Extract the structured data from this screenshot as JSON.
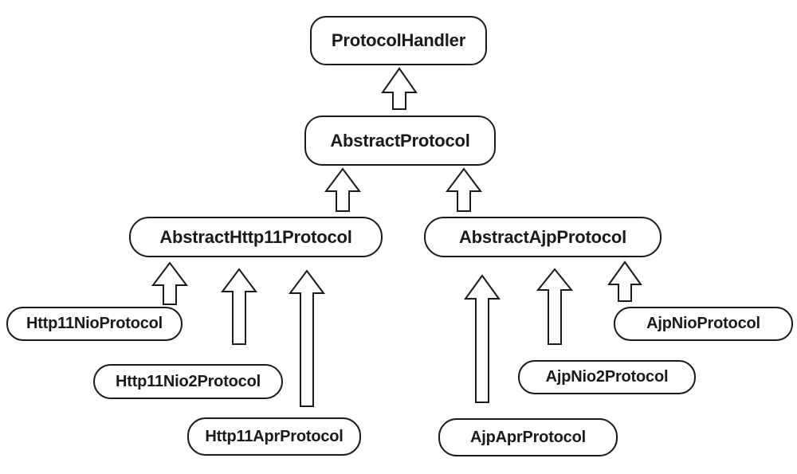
{
  "diagram": {
    "type": "class-hierarchy",
    "nodes": {
      "protocolHandler": {
        "label": "ProtocolHandler"
      },
      "abstractProtocol": {
        "label": "AbstractProtocol"
      },
      "abstractHttp11Protocol": {
        "label": "AbstractHttp11Protocol"
      },
      "abstractAjpProtocol": {
        "label": "AbstractAjpProtocol"
      },
      "http11NioProtocol": {
        "label": "Http11NioProtocol"
      },
      "http11Nio2Protocol": {
        "label": "Http11Nio2Protocol"
      },
      "http11AprProtocol": {
        "label": "Http11AprProtocol"
      },
      "ajpNioProtocol": {
        "label": "AjpNioProtocol"
      },
      "ajpNio2Protocol": {
        "label": "AjpNio2Protocol"
      },
      "ajpAprProtocol": {
        "label": "AjpAprProtocol"
      }
    },
    "edges": [
      {
        "from": "AbstractProtocol",
        "to": "ProtocolHandler"
      },
      {
        "from": "AbstractHttp11Protocol",
        "to": "AbstractProtocol"
      },
      {
        "from": "AbstractAjpProtocol",
        "to": "AbstractProtocol"
      },
      {
        "from": "Http11NioProtocol",
        "to": "AbstractHttp11Protocol"
      },
      {
        "from": "Http11Nio2Protocol",
        "to": "AbstractHttp11Protocol"
      },
      {
        "from": "Http11AprProtocol",
        "to": "AbstractHttp11Protocol"
      },
      {
        "from": "AjpAprProtocol",
        "to": "AbstractAjpProtocol"
      },
      {
        "from": "AjpNio2Protocol",
        "to": "AbstractAjpProtocol"
      },
      {
        "from": "AjpNioProtocol",
        "to": "AbstractAjpProtocol"
      }
    ]
  },
  "colors": {
    "background": "#ffffff",
    "node_fill": "#ffffff",
    "stroke": "#1a1a1a",
    "text": "#1a1a1a"
  }
}
